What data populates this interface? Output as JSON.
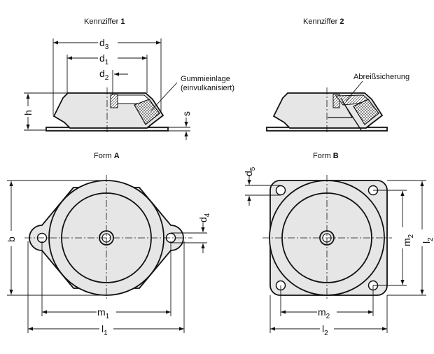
{
  "views": {
    "k1": {
      "label": "Kennziffer",
      "num": "1"
    },
    "k2": {
      "label": "Kennziffer",
      "num": "2"
    },
    "formA": {
      "label": "Form",
      "letter": "A"
    },
    "formB": {
      "label": "Form",
      "letter": "B"
    }
  },
  "annotations": {
    "rubber_1": "Gummieinlage",
    "rubber_2": "(einvulkanisiert)",
    "safety": "Abreißsicherung"
  },
  "dims": {
    "d": "d",
    "h": "h",
    "s": "s",
    "b": "b",
    "m": "m",
    "l": "l",
    "i1": "1",
    "i2": "2",
    "i3": "3",
    "i4": "4",
    "i5": "5"
  },
  "colors": {
    "fill": "#e6e6e6",
    "line": "#111111"
  }
}
